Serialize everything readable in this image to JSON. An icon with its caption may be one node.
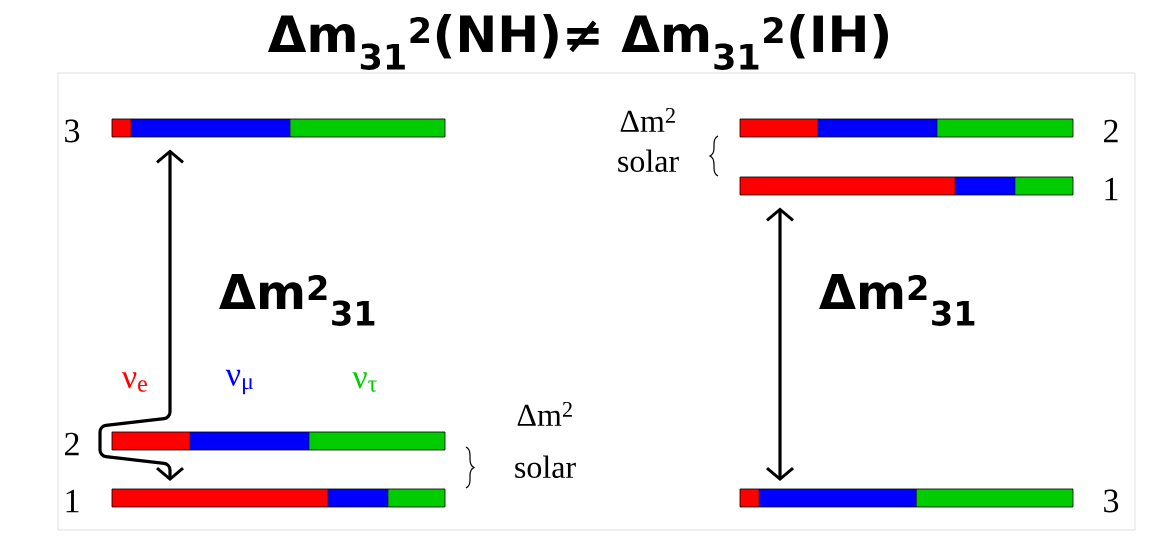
{
  "diagram": {
    "title": "Δm$_{31}$$^{2}$(NH)≠ Δm$_{31}$$^{2}$(IH)",
    "nodes": [
      {
        "text": [],
        "shape": "bar",
        "beside": [
          "3"
        ]
      },
      {
        "text": [],
        "shape": "bar",
        "beside": [
          "2"
        ]
      },
      {
        "text": [],
        "shape": "bar",
        "beside": [
          "1"
        ]
      },
      {
        "text": [],
        "shape": "bar",
        "beside": [
          "2"
        ]
      },
      {
        "text": [],
        "shape": "bar",
        "beside": [
          "1"
        ]
      },
      {
        "text": [],
        "shape": "bar",
        "beside": [
          "3"
        ]
      }
    ],
    "edges": [
      {
        "from": 0,
        "to": 2,
        "arrow": "both",
        "label": "Δm$^{2}$$_{31}$"
      },
      {
        "from": 4,
        "to": 5,
        "arrow": "both",
        "label": "Δm$^{2}$$_{31}$"
      }
    ],
    "labels": [
      "Δm$^{2}$ solar",
      "ν$_{e}$",
      "ν$_{μ}$",
      "ν$_{τ}$",
      "Δm$^{2}$ solar"
    ]
  }
}
